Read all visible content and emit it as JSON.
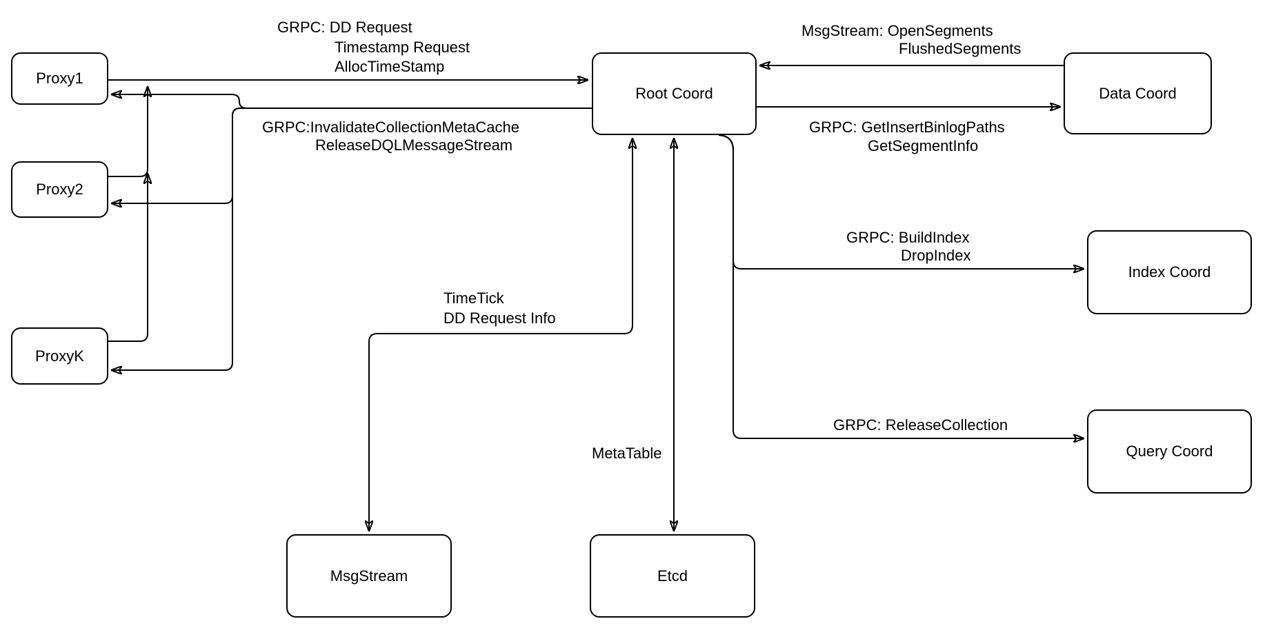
{
  "diagram": {
    "background": "#ffffff",
    "line_color": "#000000",
    "text_color": "#000000",
    "node_fill": "#ffffff",
    "nodes": [
      {
        "id": "proxy1",
        "label": "Proxy1"
      },
      {
        "id": "proxy2",
        "label": "Proxy2"
      },
      {
        "id": "proxyk",
        "label": "ProxyK"
      },
      {
        "id": "root",
        "label": "Root Coord"
      },
      {
        "id": "data",
        "label": "Data Coord"
      },
      {
        "id": "index",
        "label": "Index Coord"
      },
      {
        "id": "query",
        "label": "Query Coord"
      },
      {
        "id": "msgstream",
        "label": "MsgStream"
      },
      {
        "id": "etcd",
        "label": "Etcd"
      }
    ],
    "edge_labels": [
      {
        "id": "proxy-to-root-line1",
        "text": "GRPC: DD Request"
      },
      {
        "id": "proxy-to-root-line2",
        "text": "Timestamp Request"
      },
      {
        "id": "proxy-to-root-line3",
        "text": "AllocTimeStamp"
      },
      {
        "id": "root-to-proxy-line1",
        "text": "GRPC:InvalidateCollectionMetaCache"
      },
      {
        "id": "root-to-proxy-line2",
        "text": "ReleaseDQLMessageStream"
      },
      {
        "id": "data-to-root-line1",
        "text": "MsgStream: OpenSegments"
      },
      {
        "id": "data-to-root-line2",
        "text": "FlushedSegments"
      },
      {
        "id": "root-to-data-line1",
        "text": "GRPC: GetInsertBinlogPaths"
      },
      {
        "id": "root-to-data-line2",
        "text": "GetSegmentInfo"
      },
      {
        "id": "root-to-index-line1",
        "text": "GRPC: BuildIndex"
      },
      {
        "id": "root-to-index-line2",
        "text": "DropIndex"
      },
      {
        "id": "root-to-query-line1",
        "text": "GRPC: ReleaseCollection"
      },
      {
        "id": "root-msgstream-line1",
        "text": "TimeTick"
      },
      {
        "id": "root-msgstream-line2",
        "text": "DD Request Info"
      },
      {
        "id": "root-etcd-line1",
        "text": "MetaTable"
      }
    ],
    "edges": [
      {
        "from": "Proxy1",
        "to": "Root Coord",
        "direction": "one-way",
        "label": "GRPC: DD Request / Timestamp Request / AllocTimeStamp"
      },
      {
        "from": "Proxy2",
        "to": "Root Coord",
        "direction": "one-way",
        "label": ""
      },
      {
        "from": "ProxyK",
        "to": "Root Coord",
        "direction": "one-way",
        "label": ""
      },
      {
        "from": "Root Coord",
        "to": "Proxy1",
        "direction": "one-way",
        "label": "GRPC:InvalidateCollectionMetaCache / ReleaseDQLMessageStream"
      },
      {
        "from": "Root Coord",
        "to": "Proxy2",
        "direction": "one-way",
        "label": ""
      },
      {
        "from": "Root Coord",
        "to": "ProxyK",
        "direction": "one-way",
        "label": ""
      },
      {
        "from": "Data Coord",
        "to": "Root Coord",
        "direction": "one-way",
        "label": "MsgStream: OpenSegments / FlushedSegments"
      },
      {
        "from": "Root Coord",
        "to": "Data Coord",
        "direction": "one-way",
        "label": "GRPC: GetInsertBinlogPaths / GetSegmentInfo"
      },
      {
        "from": "Root Coord",
        "to": "MsgStream",
        "direction": "two-way",
        "label": "TimeTick / DD Request Info"
      },
      {
        "from": "Root Coord",
        "to": "Etcd",
        "direction": "two-way",
        "label": "MetaTable"
      },
      {
        "from": "Root Coord",
        "to": "Index Coord",
        "direction": "one-way",
        "label": "GRPC: BuildIndex / DropIndex"
      },
      {
        "from": "Root Coord",
        "to": "Query Coord",
        "direction": "one-way",
        "label": "GRPC: ReleaseCollection"
      }
    ]
  }
}
